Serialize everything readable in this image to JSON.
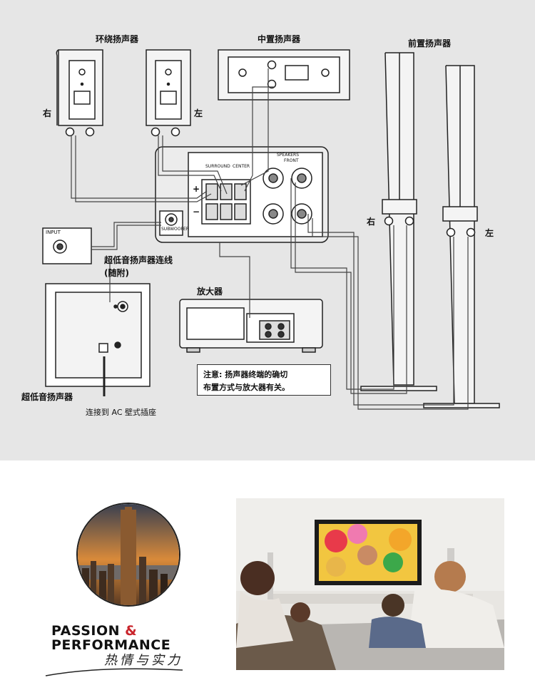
{
  "diagram": {
    "labels": {
      "surround": "环绕扬声器",
      "center": "中置扬声器",
      "front": "前置扬声器",
      "right1": "右",
      "left1": "左",
      "right2": "右",
      "left2": "左",
      "sub_cable": "超低音扬声器连线",
      "sub_cable_sub": "(随附)",
      "amplifier": "放大器",
      "subwoofer": "超低音扬声器",
      "ac_outlet": "连接到 AC 壁式插座",
      "input": "INPUT",
      "subwoofer_tag": "SUBWOOFER",
      "surround_tag": "SURROUND",
      "center_tag": "CENTER",
      "speakers_tag": "SPEAKERS",
      "front_tag": "FRONT",
      "plus": "+",
      "minus": "−"
    },
    "note": {
      "line1": "注意: 扬声器终端的确切",
      "line2": "布置方式与放大器有关。"
    }
  },
  "branding": {
    "passion": "PASSION",
    "amp": "&",
    "performance": "PERFORMANCE",
    "script": "热情与实力"
  }
}
